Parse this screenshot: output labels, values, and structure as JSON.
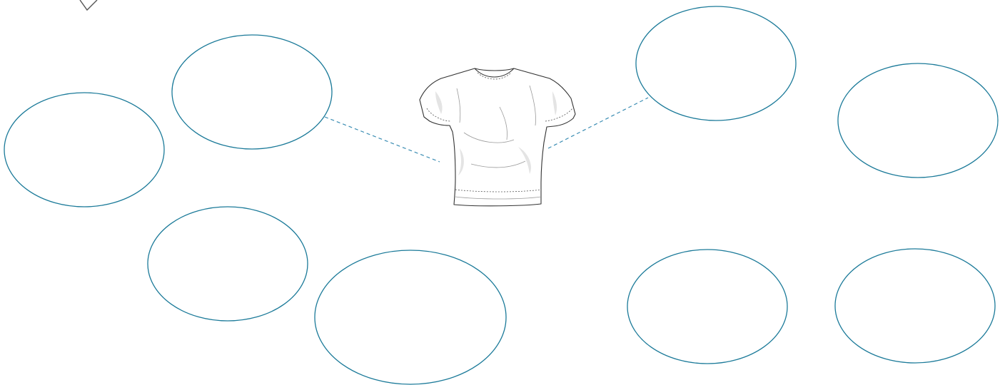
{
  "diagram": {
    "type": "mind-map-worksheet",
    "center_image": "t-shirt-icon",
    "bubbles": [
      {
        "id": "top-left",
        "text": ""
      },
      {
        "id": "left",
        "text": ""
      },
      {
        "id": "bottom-left",
        "text": ""
      },
      {
        "id": "bottom-center",
        "text": ""
      },
      {
        "id": "top-right",
        "text": ""
      },
      {
        "id": "right",
        "text": ""
      },
      {
        "id": "bottom-right-left",
        "text": ""
      },
      {
        "id": "bottom-right",
        "text": ""
      }
    ],
    "connections": [
      {
        "from": "t-shirt-icon",
        "to": "top-left"
      },
      {
        "from": "t-shirt-icon",
        "to": "top-right"
      }
    ],
    "colors": {
      "bubble_stroke": "#1b7a99",
      "connector_stroke": "#3b8db3",
      "background": "#ffffff"
    }
  }
}
